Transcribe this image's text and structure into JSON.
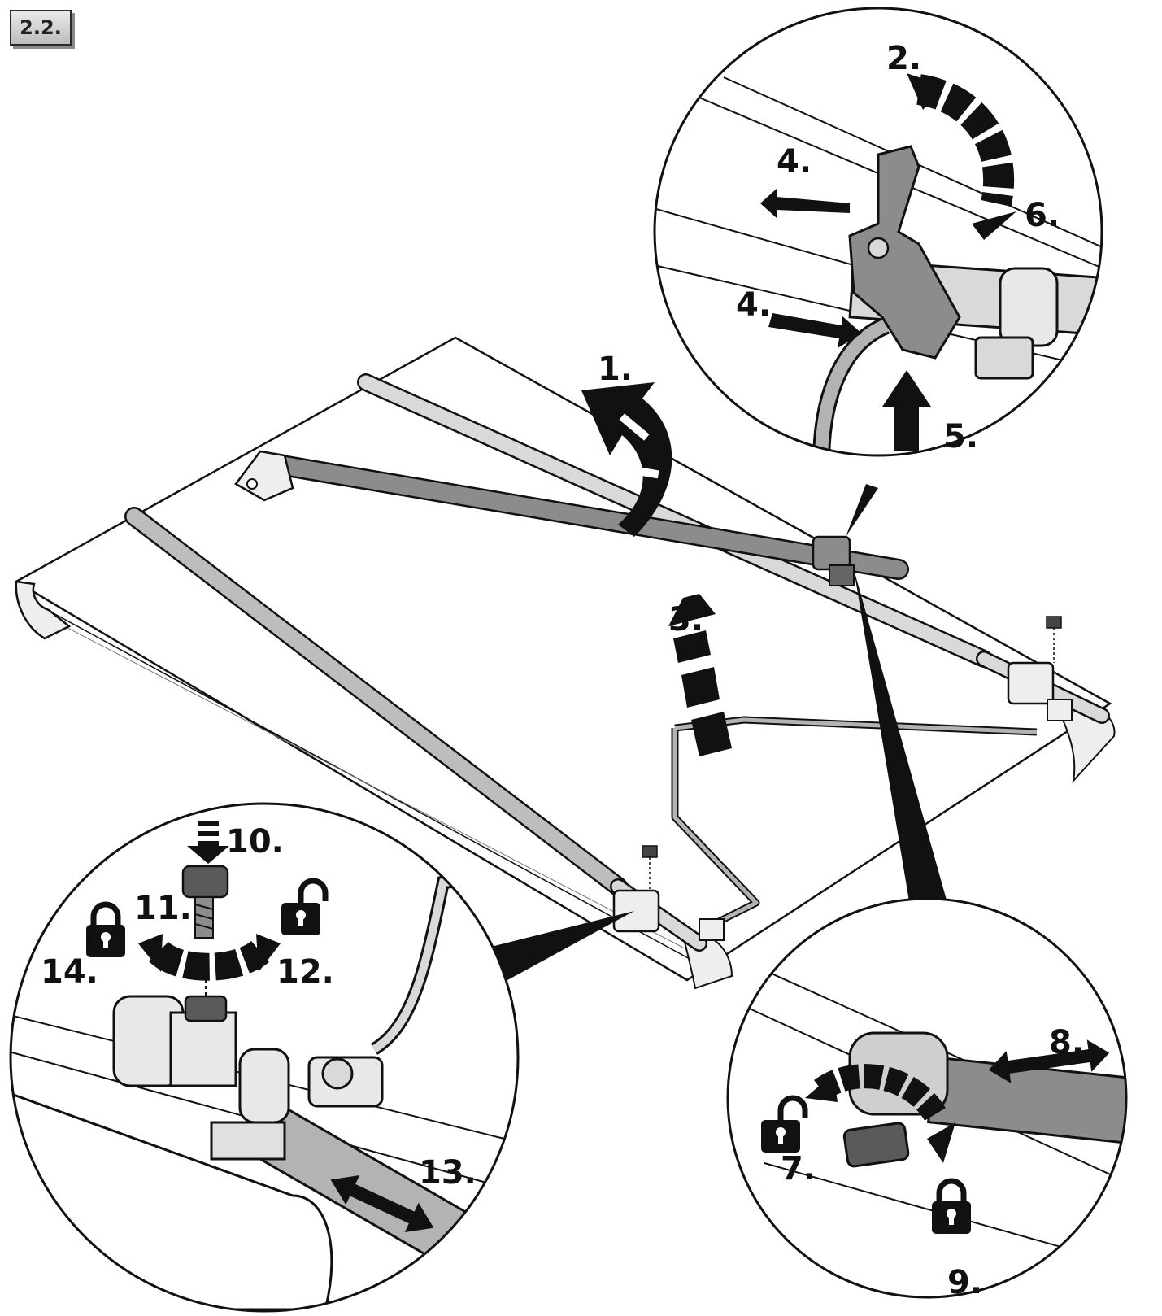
{
  "section_label": "2.2.",
  "steps": {
    "s1": "1.",
    "s2": "2.",
    "s3": "3.",
    "s4a": "4.",
    "s4b": "4.",
    "s5": "5.",
    "s6": "6.",
    "s7": "7.",
    "s8": "8.",
    "s9": "9.",
    "s10": "10.",
    "s11": "11.",
    "s12": "12.",
    "s13": "13.",
    "s14": "14."
  },
  "icons": {
    "locked": "padlock-locked-icon",
    "unlocked": "padlock-unlocked-icon"
  },
  "colors": {
    "ink": "#111111",
    "bar_gray": "#8c8c8c",
    "light_gray": "#d9d9d9",
    "mid_gray": "#b3b3b3",
    "dark_gray": "#5a5a5a"
  }
}
